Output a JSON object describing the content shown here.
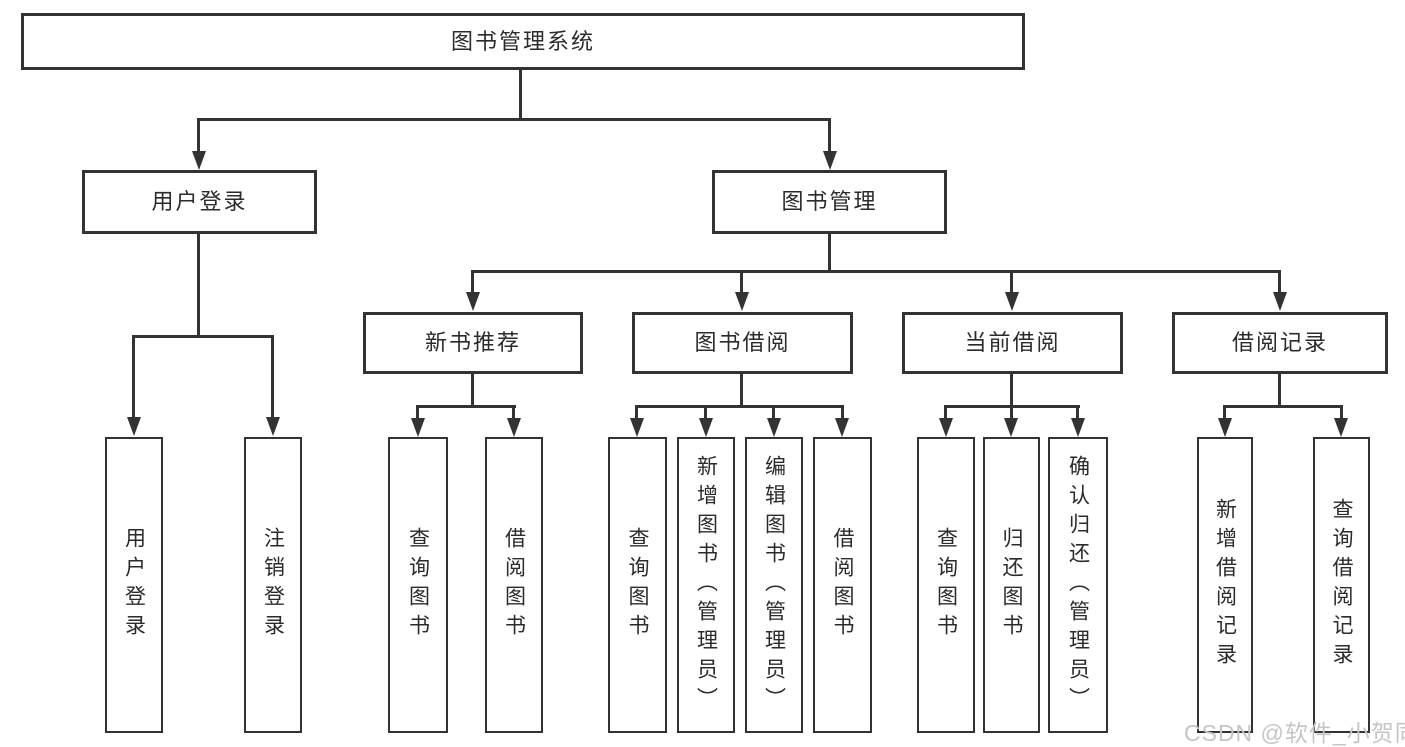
{
  "diagram": {
    "root": {
      "label": "图书管理系统"
    },
    "level2": [
      {
        "label": "用户登录"
      },
      {
        "label": "图书管理"
      }
    ],
    "level3": [
      {
        "label": "新书推荐"
      },
      {
        "label": "图书借阅"
      },
      {
        "label": "当前借阅"
      },
      {
        "label": "借阅记录"
      }
    ],
    "leaves": [
      {
        "label": "用户登录"
      },
      {
        "label": "注销登录"
      },
      {
        "label": "查询图书"
      },
      {
        "label": "借阅图书"
      },
      {
        "label": "查询图书"
      },
      {
        "label": "新增图书（管理员）"
      },
      {
        "label": "编辑图书（管理员）"
      },
      {
        "label": "借阅图书"
      },
      {
        "label": "查询图书"
      },
      {
        "label": "归还图书"
      },
      {
        "label": "确认归还（管理员）"
      },
      {
        "label": "新增借阅记录"
      },
      {
        "label": "查询借阅记录"
      }
    ]
  },
  "watermark": {
    "text": "CSDN @软件_小贺同学"
  },
  "colors": {
    "line": "#333333",
    "border": "#333333",
    "text": "#2b2b2b",
    "watermark": "#c7c4c4",
    "background": "#ffffff"
  }
}
